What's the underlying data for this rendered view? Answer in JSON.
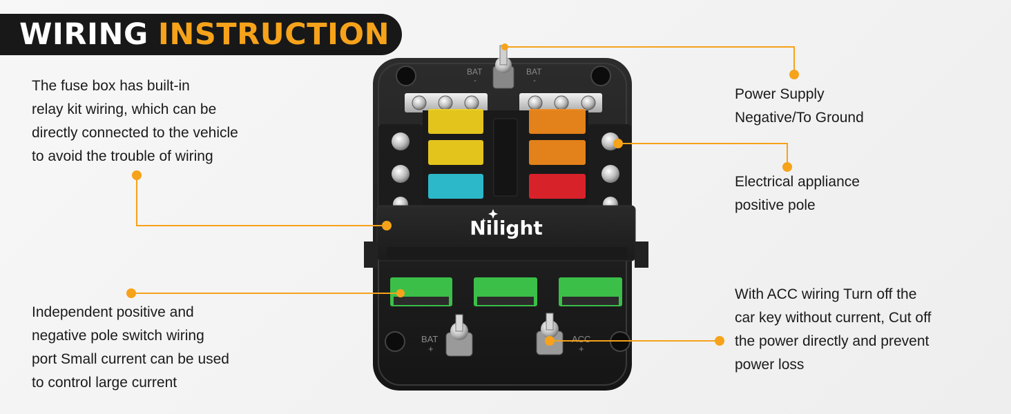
{
  "header": {
    "title_white": "WIRING",
    "title_yellow": "INSTRUCTION"
  },
  "callouts": {
    "relay_kit": {
      "lines": [
        "The fuse box has built-in",
        "relay kit wiring, which can be",
        "directly connected to the vehicle",
        "to avoid the trouble of wiring"
      ]
    },
    "power_supply": {
      "lines": [
        "Power Supply",
        "Negative/To Ground"
      ]
    },
    "electrical_appliance": {
      "lines": [
        "Electrical appliance",
        "positive pole"
      ]
    },
    "switch_port": {
      "lines": [
        "Independent positive and",
        "negative pole switch wiring",
        "port Small current can be used",
        "to control large current"
      ]
    },
    "acc_wiring": {
      "lines": [
        "With ACC wiring Turn off the",
        "car key without current, Cut off",
        "the power directly and prevent",
        "power loss"
      ]
    }
  },
  "product": {
    "brand": "Nilight",
    "terminal_top_left": "BAT",
    "terminal_top_right": "BAT",
    "terminal_top_sign": "-",
    "terminal_bottom_left": "BAT",
    "terminal_bottom_right": "ACC",
    "terminal_bottom_sign": "+",
    "fuse_colors_left": [
      "#f4d21c",
      "#f4d21c",
      "#2ec6d8"
    ],
    "fuse_colors_right": [
      "#f48a1a",
      "#f48a1a",
      "#e8232b"
    ],
    "connector_color": "#3bbf48"
  },
  "colors": {
    "accent": "#f6a21a",
    "pill_bg": "#181818"
  }
}
